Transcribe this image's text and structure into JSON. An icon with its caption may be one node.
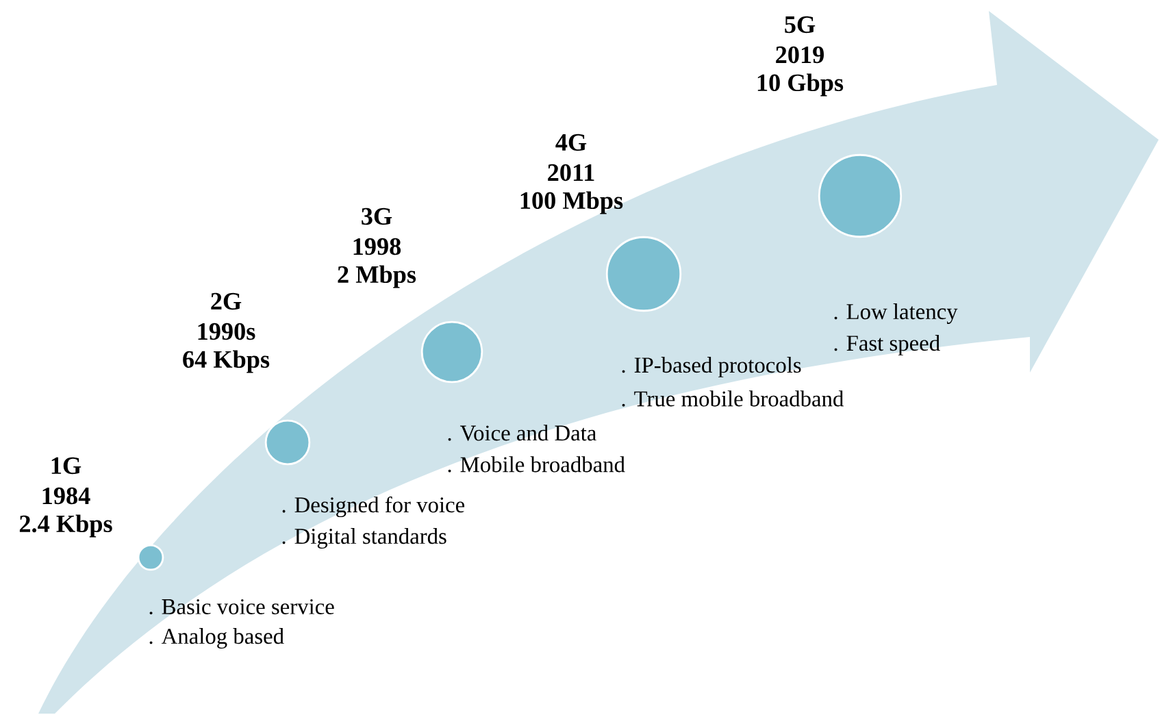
{
  "diagram": {
    "nodes": [
      {
        "text": [
          "1G",
          "1984",
          "2.4 Kbps"
        ],
        "beside": [
          ". Basic voice service",
          ". Analog based"
        ]
      },
      {
        "text": [
          "2G",
          "1990s",
          "64 Kbps"
        ],
        "beside": [
          ". Designed for voice",
          ". Digital standards"
        ]
      },
      {
        "text": [
          "3G",
          "1998",
          "2 Mbps"
        ],
        "beside": [
          ". Voice and Data",
          ". Mobile broadband"
        ]
      },
      {
        "text": [
          "4G",
          "2011",
          "100 Mbps"
        ],
        "beside": [
          ". IP-based protocols",
          ". True mobile broadband"
        ]
      },
      {
        "text": [
          "5G",
          "2019",
          "10 Gbps"
        ],
        "beside": [
          ". Low latency",
          ". Fast speed"
        ]
      }
    ]
  }
}
